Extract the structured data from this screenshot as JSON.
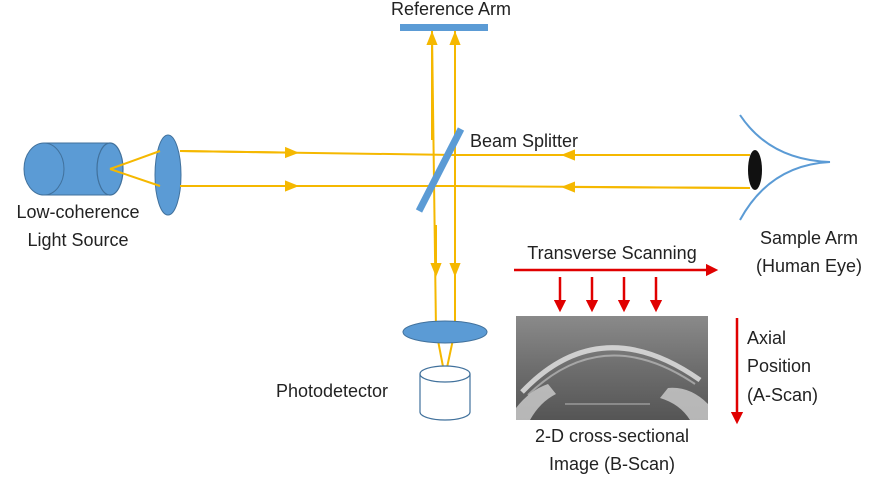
{
  "labels": {
    "reference_arm": "Reference Arm",
    "beam_splitter": "Beam Splitter",
    "source_line1": "Low-coherence",
    "source_line2": "Light Source",
    "sample_line1": "Sample Arm",
    "sample_line2": "(Human Eye)",
    "transverse": "Transverse Scanning",
    "photodetector": "Photodetector",
    "axial_line1": "Axial",
    "axial_line2": "Position",
    "axial_line3": "(A-Scan)",
    "image_line1": "2-D cross-sectional",
    "image_line2": "Image (B-Scan)"
  },
  "colors": {
    "component_blue": "#5b9bd5",
    "component_outline": "#41719c",
    "beam": "#f5b800",
    "scan_arrow": "#e00000",
    "eye_line": "#5b9bd5",
    "pupil": "#111111"
  },
  "icons": {
    "light_source": "cylinder-laser-icon",
    "lens": "lens-icon",
    "mirror": "mirror-icon",
    "beam_splitter": "beam-splitter-icon",
    "eye": "eye-icon",
    "photodetector": "detector-cylinder-icon"
  }
}
